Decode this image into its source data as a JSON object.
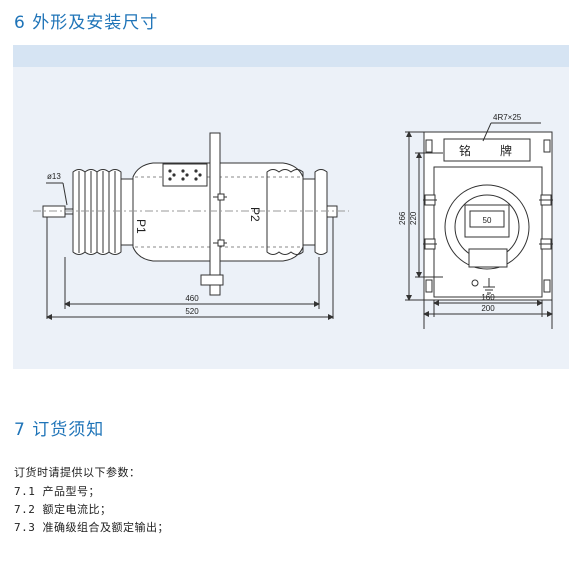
{
  "section6": {
    "title": "6 外形及安装尺寸"
  },
  "section7": {
    "title": "7 订货须知"
  },
  "order": {
    "intro": "订货时请提供以下参数：",
    "items": [
      "7.1 产品型号；",
      "7.2 额定电流比；",
      "7.3 准确级组合及额定输出；"
    ]
  },
  "drawing": {
    "side_view": {
      "hole_dim": "ø13",
      "terminal_p1": "P1",
      "terminal_p2": "P2",
      "dim_inner": "460",
      "dim_outer": "520"
    },
    "front_view": {
      "slot_note": "4R7×25",
      "nameplate_left": "铭",
      "nameplate_right": "牌",
      "window_value": "50",
      "dim_height_outer": "266",
      "dim_height_inner": "220",
      "dim_width_inner": "160",
      "dim_width_outer": "200"
    }
  }
}
